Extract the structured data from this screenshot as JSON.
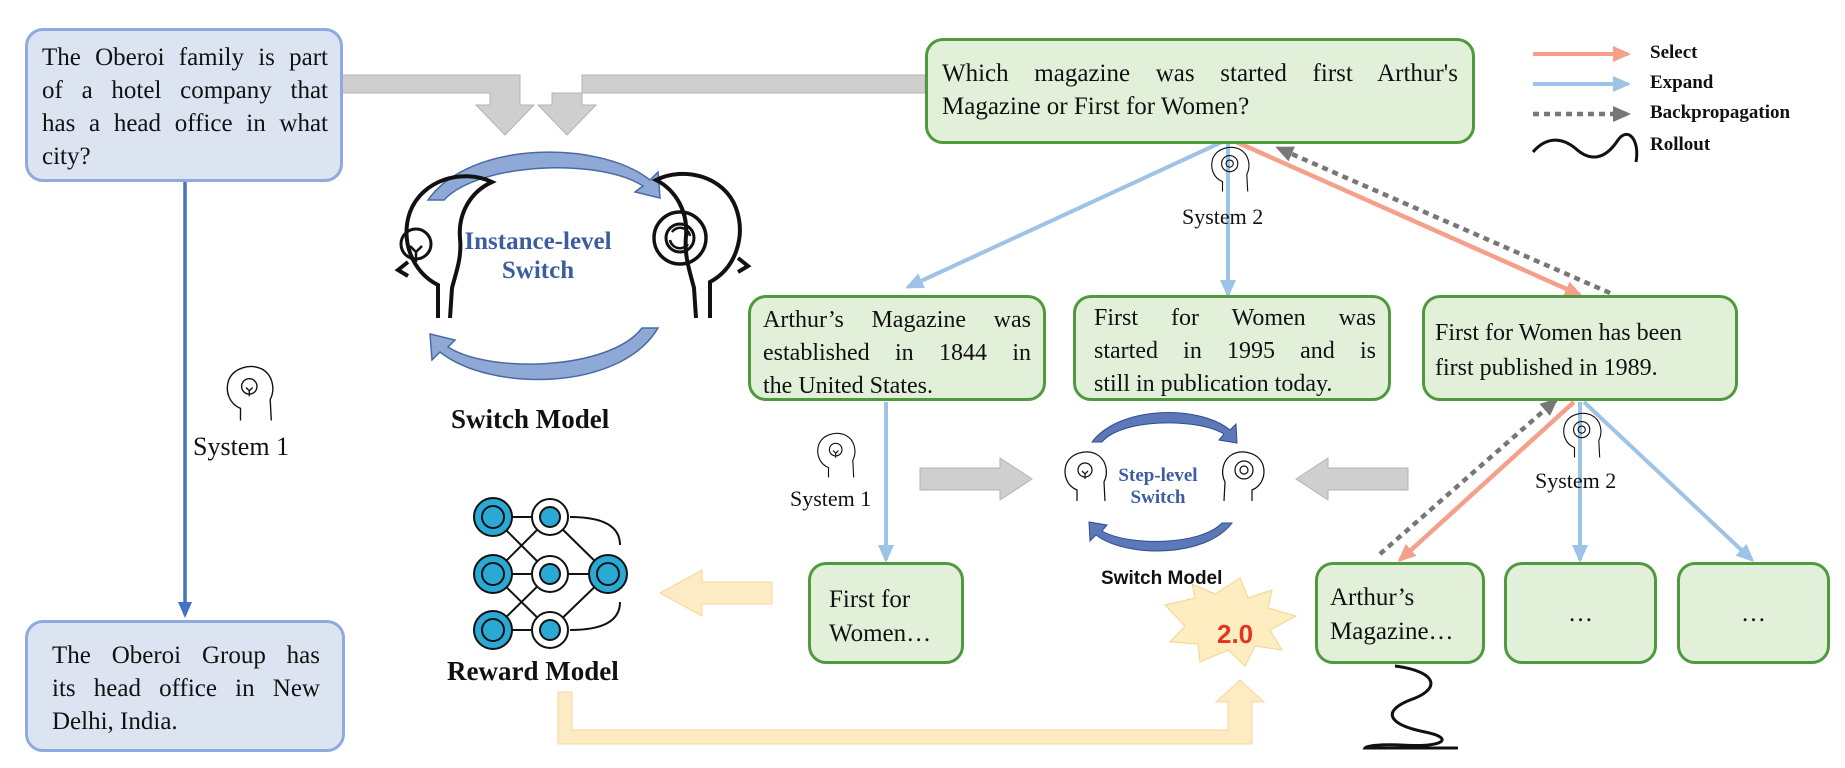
{
  "instance_question": "The Oberoi family is part of a hotel company that has a head office in what city?",
  "instance_question_lines": [
    "The Oberoi family is part",
    "of a hotel company that",
    "has a head office in what",
    "city?"
  ],
  "instance_answer_lines": [
    "The Oberoi Group has",
    "its head office in New",
    "Delhi, India."
  ],
  "system1_label": "System 1",
  "instance_switch_line1": "Instance-level",
  "instance_switch_line2": "Switch",
  "switch_model_title": "Switch Model",
  "root_question_lines": [
    "Which magazine was started first Arthur's",
    "Magazine or First for Women?"
  ],
  "system2_label": "System 2",
  "child1_lines": [
    "Arthur’s Magazine was",
    "established in 1844 in",
    "the United States."
  ],
  "child2_lines": [
    "First for Women was",
    "started in 1995 and is",
    "still in publication today."
  ],
  "child3_lines": [
    "First for Women has been",
    "first published in 1989."
  ],
  "leaf1_lines": [
    "First for",
    "Women…"
  ],
  "leaf2_lines": [
    "Arthur’s",
    "Magazine…"
  ],
  "leaf3": "…",
  "leaf4": "…",
  "step_switch_line1": "Step-level",
  "step_switch_line2": "Switch",
  "step_switch_model_title": "Switch Model",
  "reward_model_title": "Reward Model",
  "score": "2.0",
  "legend": {
    "select": "Select",
    "expand": "Expand",
    "backprop": "Backpropagation",
    "rollout": "Rollout"
  },
  "colors": {
    "select": "#f4a08a",
    "expand": "#9dc3e6",
    "backprop": "#777777",
    "system1_arrow": "#4472c4",
    "box_blue_fill": "#dde4f1",
    "box_green_fill": "#e2efd9",
    "switch_text": "#3c5ea0",
    "score": "#e8311e"
  },
  "icons": [
    "head-lightbulb-icon",
    "head-gear-icon",
    "neural-network-icon",
    "star-burst-icon"
  ]
}
